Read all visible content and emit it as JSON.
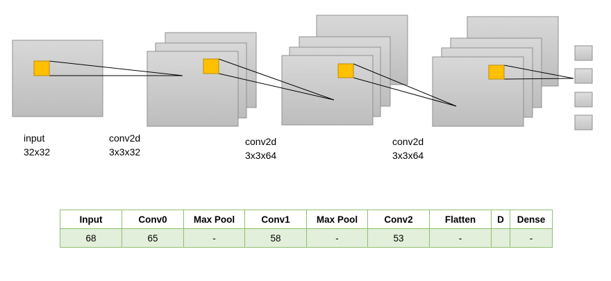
{
  "captions": [
    {
      "name": "input",
      "line1": "input",
      "line2": "32x32"
    },
    {
      "name": "conv0",
      "line1": "conv2d",
      "line2": "3x3x32"
    },
    {
      "name": "conv1",
      "line1": "conv2d",
      "line2": "3x3x64"
    },
    {
      "name": "conv2",
      "line1": "conv2d",
      "line2": "3x3x64"
    }
  ],
  "table": {
    "headers": [
      "Input",
      "Conv0",
      "Max Pool",
      "Conv1",
      "Max Pool",
      "Conv2",
      "Flatten",
      "D",
      "Dense"
    ],
    "values": [
      "68",
      "65",
      "-",
      "58",
      "-",
      "53",
      "-",
      "",
      "-"
    ]
  },
  "colors": {
    "plate_stroke": "#8f8f8f",
    "kernel_fill": "#ffc000",
    "kernel_stroke": "#c08a00",
    "table_border": "#8fbf6f",
    "table_row_fill": "#e2efda"
  },
  "output_units": 4
}
